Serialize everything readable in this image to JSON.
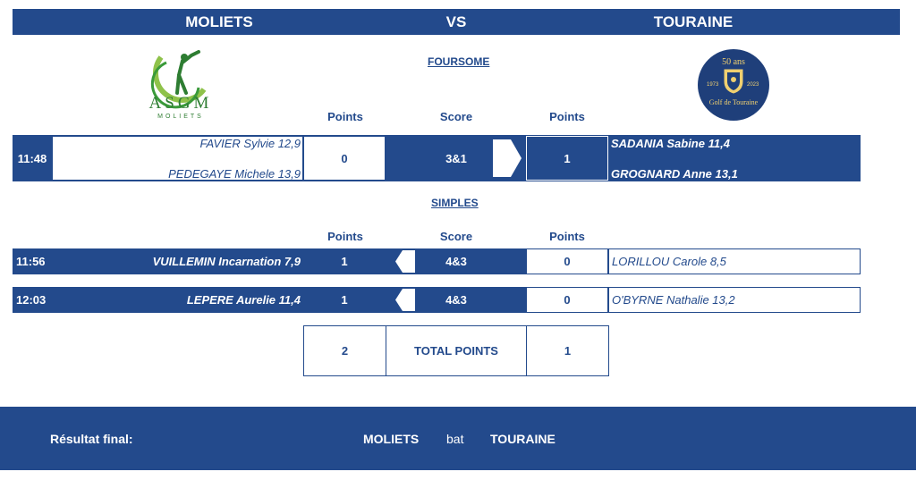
{
  "header": {
    "team_left": "MOLIETS",
    "vs": "VS",
    "team_right": "TOURAINE"
  },
  "logo_left": {
    "main": "ASGM",
    "sub": "MOLIETS"
  },
  "logo_right": {
    "top": "50 ans",
    "year_left": "1973",
    "year_right": "2023",
    "bottom": "Golf de Touraine"
  },
  "columns": {
    "points_left": "Points",
    "score": "Score",
    "points_right": "Points"
  },
  "foursome": {
    "title": "FOURSOME",
    "time": "11:48",
    "left_player1": "FAVIER Sylvie 12,9",
    "left_player2": "PEDEGAYE Michele 13,9",
    "left_points": "0",
    "score": "3&1",
    "right_points": "1",
    "right_player1": "SADANIA Sabine 11,4",
    "right_player2": "GROGNARD Anne 13,1"
  },
  "simples": {
    "title": "SIMPLES",
    "rows": [
      {
        "time": "11:56",
        "left": "VUILLEMIN Incarnation 7,9",
        "left_points": "1",
        "score": "4&3",
        "right_points": "0",
        "right": "LORILLOU Carole 8,5"
      },
      {
        "time": "12:03",
        "left": "LEPERE Aurelie 11,4",
        "left_points": "1",
        "score": "4&3",
        "right_points": "0",
        "right": "O'BYRNE Nathalie 13,2"
      }
    ]
  },
  "total": {
    "left": "2",
    "label": "TOTAL POINTS",
    "right": "1"
  },
  "result": {
    "label": "Résultat final:",
    "winner": "MOLIETS",
    "verb": "bat",
    "loser": "TOURAINE"
  },
  "colors": {
    "primary": "#234a8c",
    "logo_green": "#3a9a3a",
    "white": "#ffffff"
  }
}
